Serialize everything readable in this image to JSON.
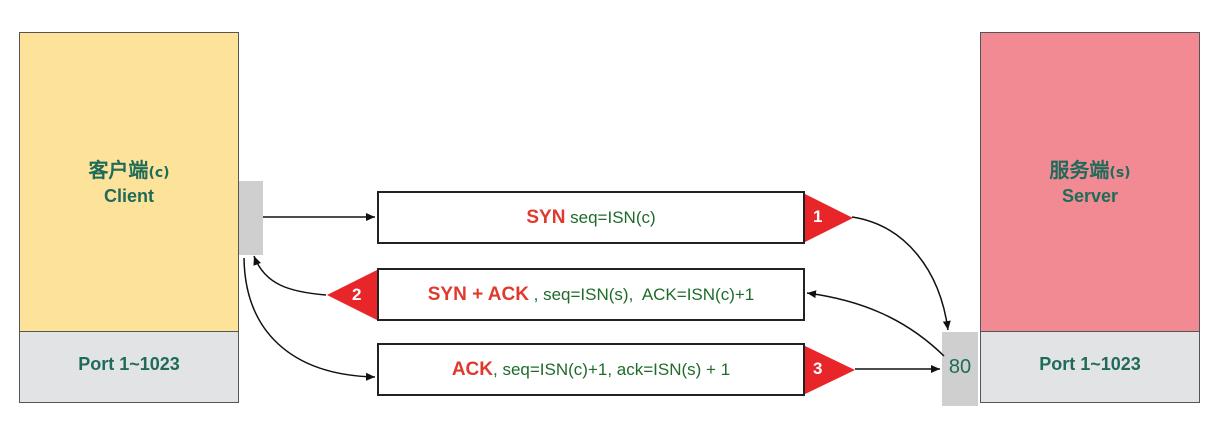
{
  "client": {
    "title_cn": "客户端",
    "title_cn_suffix": "(c)",
    "title_en": "Client",
    "port": "Port 1~1023",
    "color": "#fde29a"
  },
  "server": {
    "title_cn": "服务端",
    "title_cn_suffix": "(s)",
    "title_en": "Server",
    "port": "Port 1~1023",
    "socket_port": "80",
    "color": "#f28a94"
  },
  "messages": [
    {
      "step": "1",
      "keyword": "SYN",
      "keyword_tail": "",
      "text": " seq=ISN(c)"
    },
    {
      "step": "2",
      "keyword": "SYN + ACK",
      "keyword_tail": "",
      "text": " , seq=ISN(s),  ACK=ISN(c)+1"
    },
    {
      "step": "3",
      "keyword": "ACK",
      "keyword_tail": "",
      "text": ", seq=ISN(c)+1, ack=ISN(s) + 1"
    }
  ],
  "colors": {
    "keyword": "#e03a2e",
    "text": "#1e6b2a",
    "badge": "#e8262a",
    "label": "#1f6b5a"
  }
}
